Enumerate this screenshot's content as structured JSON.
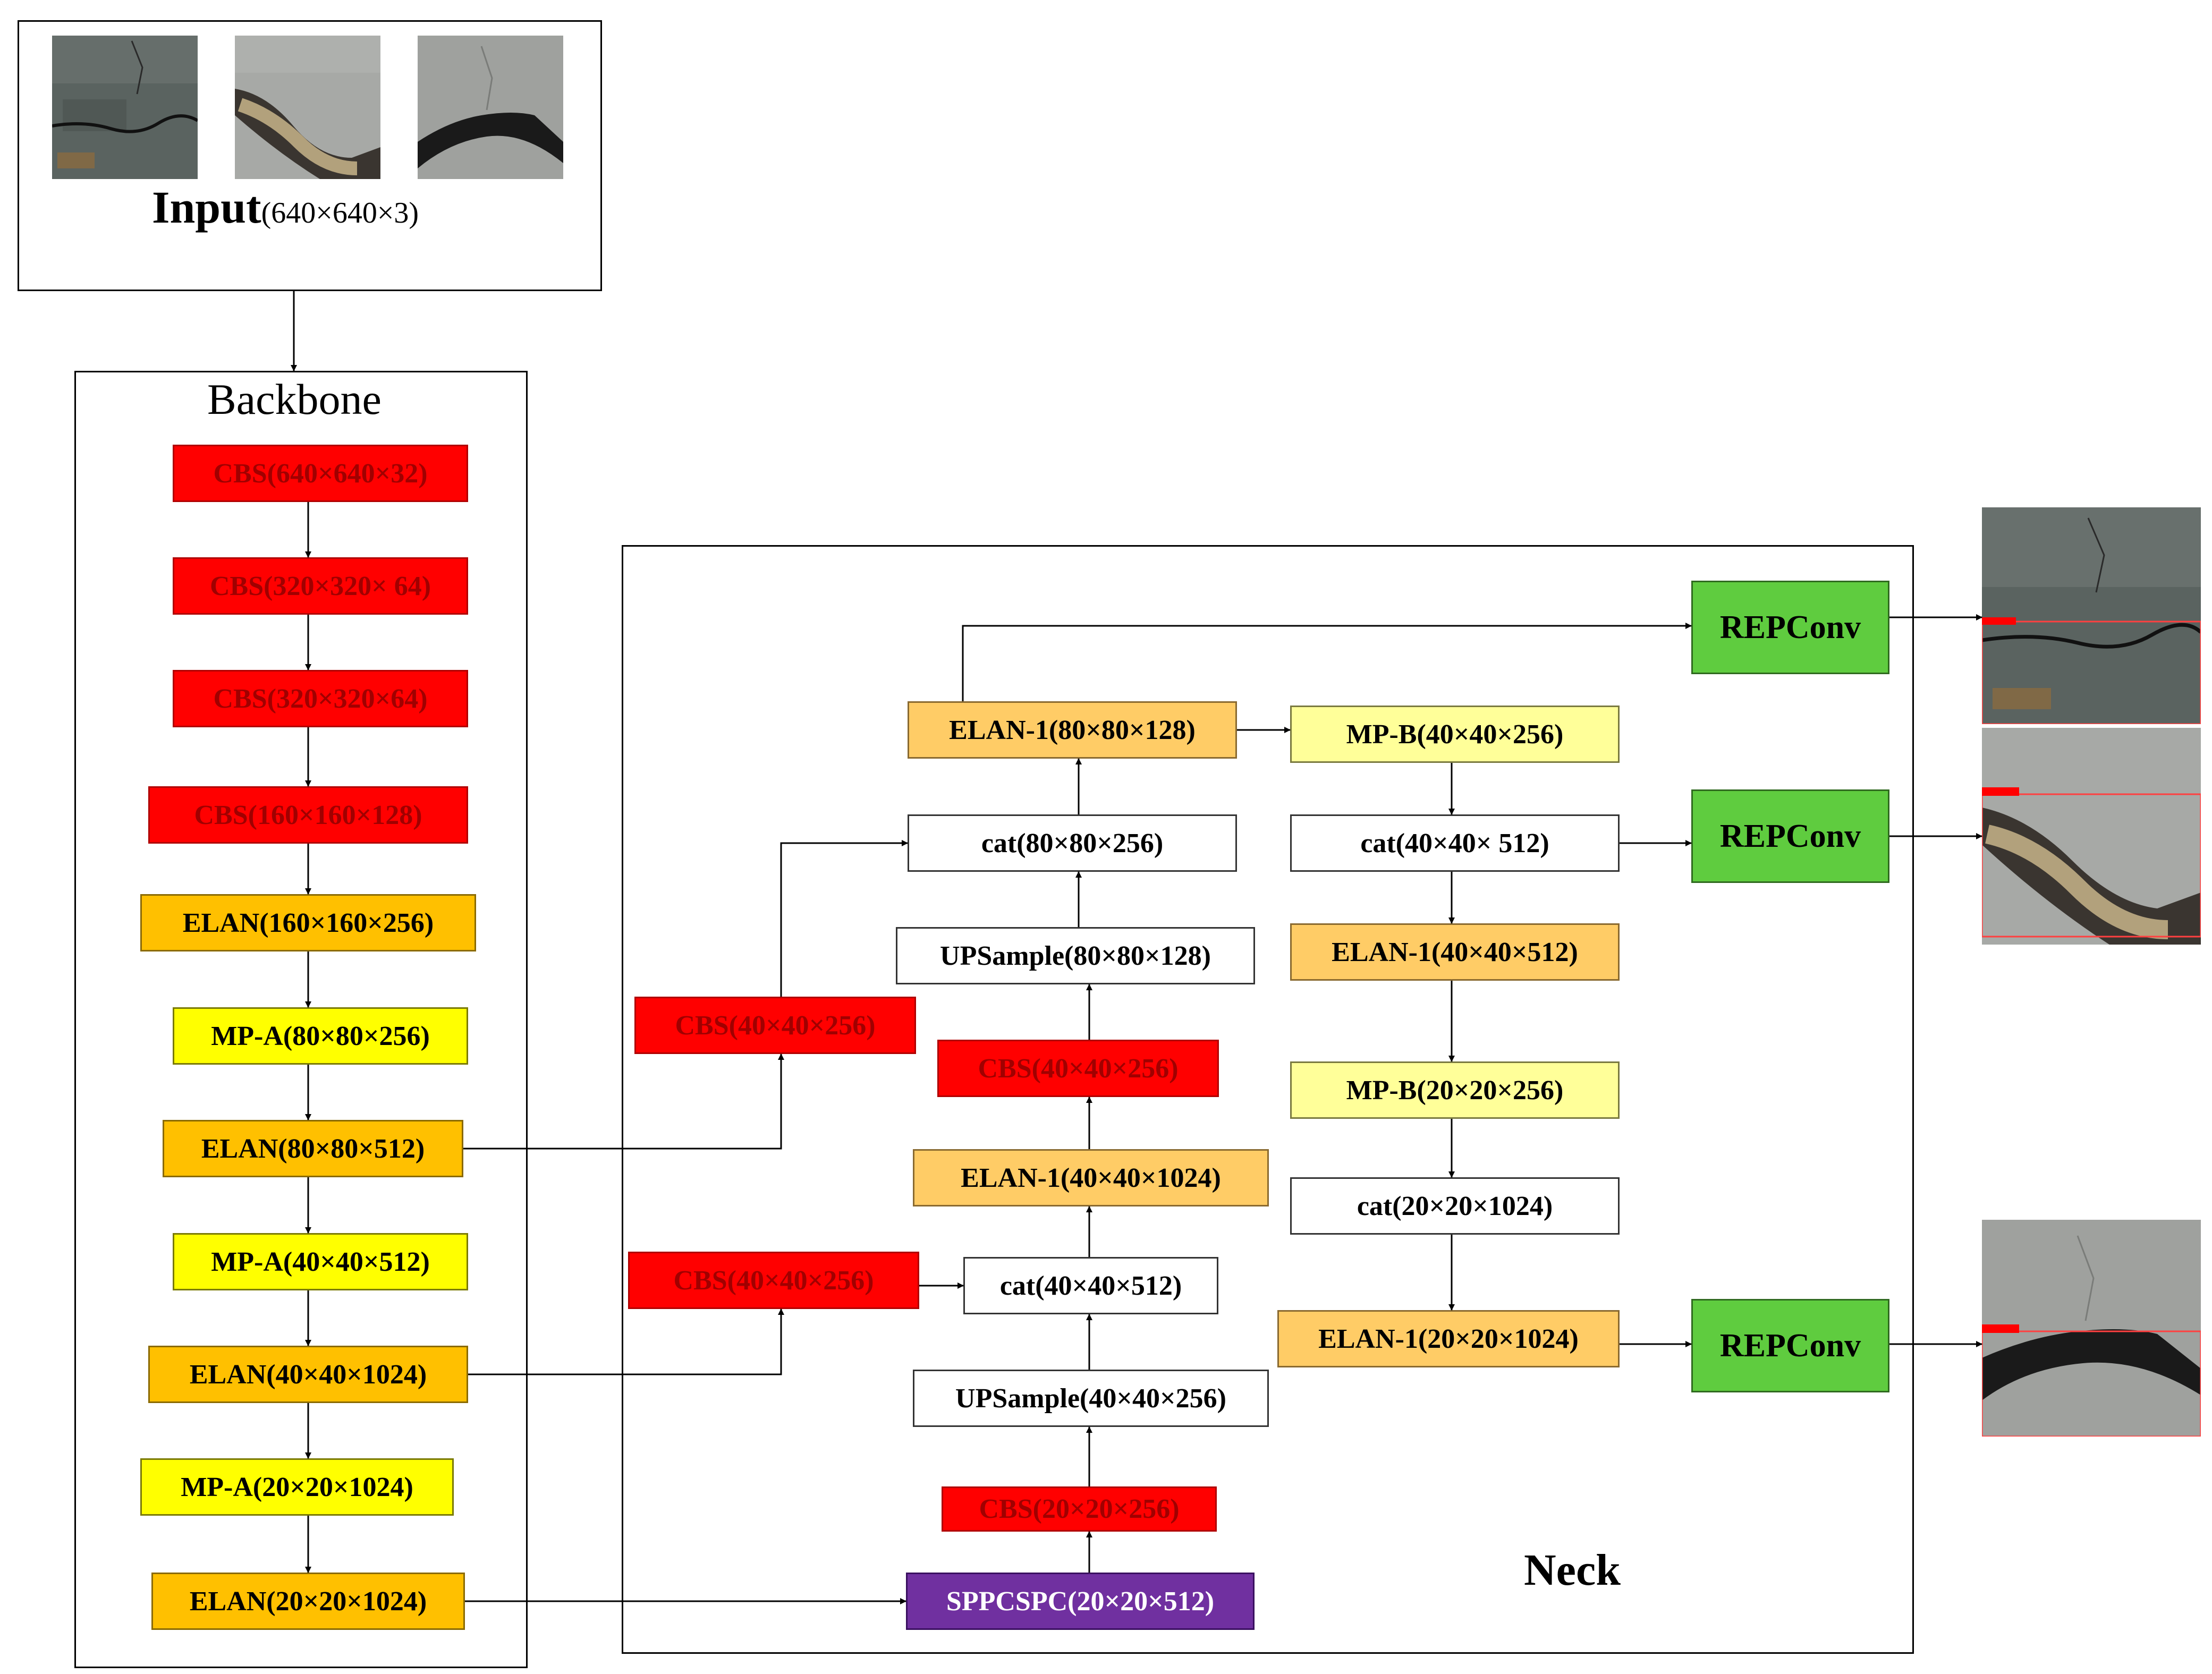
{
  "input": {
    "label": "Input",
    "dims": "(640×640×3)"
  },
  "backbone": {
    "title": "Backbone",
    "nodes": [
      "CBS(640×640×32)",
      "CBS(320×320× 64)",
      "CBS(320×320×64)",
      "CBS(160×160×128)",
      "ELAN(160×160×256)",
      "MP-A(80×80×256)",
      "ELAN(80×80×512)",
      "MP-A(40×40×512)",
      "ELAN(40×40×1024)",
      "MP-A(20×20×1024)",
      "ELAN(20×20×1024)"
    ]
  },
  "neck": {
    "title": "Neck",
    "nodes": {
      "cbs_top": "CBS(40×40×256)",
      "cbs_bottom": "CBS(40×40×256)",
      "elan1_80": "ELAN-1(80×80×128)",
      "cat_80": "cat(80×80×256)",
      "ups_80": "UPSample(80×80×128)",
      "cbs_mid": "CBS(40×40×256)",
      "elan1_40_1024": "ELAN-1(40×40×1024)",
      "cat_40_mid": "cat(40×40×512)",
      "ups_40": "UPSample(40×40×256)",
      "cbs_20": "CBS(20×20×256)",
      "sppcspc": "SPPCSPC(20×20×512)",
      "mpb_40": "MP-B(40×40×256)",
      "cat_40_512": "cat(40×40× 512)",
      "elan1_40_512": "ELAN-1(40×40×512)",
      "mpb_20": "MP-B(20×20×256)",
      "cat_20": "cat(20×20×1024)",
      "elan1_20": "ELAN-1(20×20×1024)"
    }
  },
  "heads": {
    "top": "REPConv",
    "mid": "REPConv",
    "bottom": "REPConv"
  },
  "colors": {
    "cbs": "#ff0000",
    "elan": "#ffc000",
    "mp_a": "#ffff00",
    "mp_b": "#ffff99",
    "elan1": "#ffcc66",
    "sppcspc": "#7030a0",
    "repconv": "#5fcc3f"
  }
}
